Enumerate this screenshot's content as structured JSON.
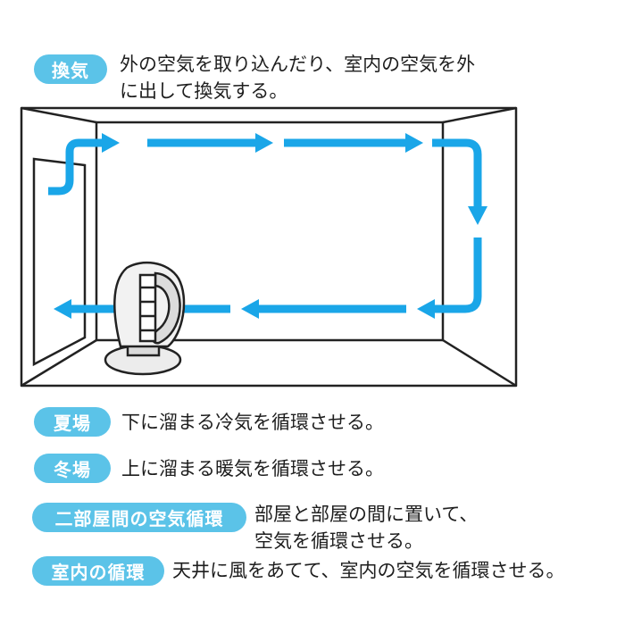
{
  "colors": {
    "accent": "#5bc3e8",
    "arrow": "#1aa6e8",
    "line": "#222222",
    "fan_body": "#ececec"
  },
  "rows": {
    "ventilation": {
      "label": "換気",
      "text_lines": [
        "外の空気を取り込んだり、室内の空気を外",
        "に出して換気する。"
      ]
    },
    "summer": {
      "label": "夏場",
      "text_lines": [
        "下に溜まる冷気を循環させる。"
      ]
    },
    "winter": {
      "label": "冬場",
      "text_lines": [
        "上に溜まる暖気を循環させる。"
      ]
    },
    "between_rooms": {
      "label": "二部屋間の空気循環",
      "text_lines": [
        "部屋と部屋の間に置いて、",
        "空気を循環させる。"
      ]
    },
    "indoor": {
      "label": "室内の循環",
      "text_lines": [
        "天井に風をあてて、室内の空気を循環させる。"
      ]
    }
  },
  "diagram": {
    "icons": [
      "room-outline",
      "door",
      "circulator-fan",
      "airflow-arrows"
    ]
  }
}
